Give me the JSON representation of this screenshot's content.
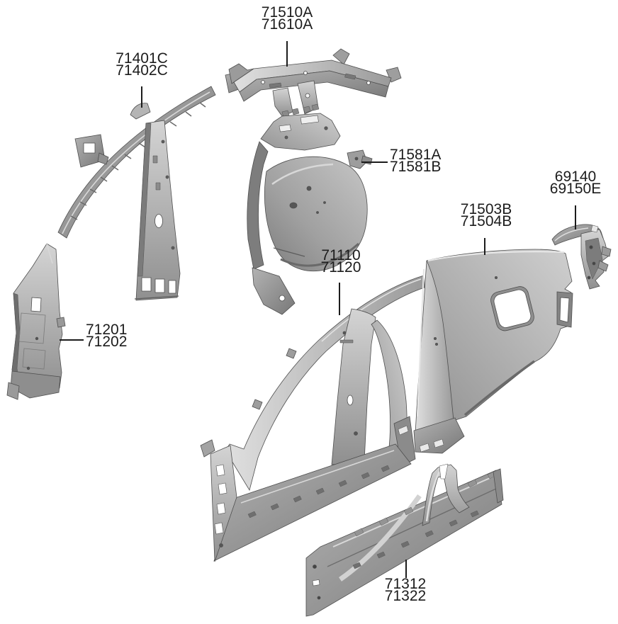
{
  "diagram": {
    "type": "vehicle-body-side-panel-parts-diagram",
    "background_color": "#ffffff",
    "label_color": "#1c1c1c",
    "metal_light": "#d6d6d6",
    "metal_mid": "#a6a6a6",
    "metal_dark": "#6f6f6f",
    "labels": [
      {
        "part": "rear-roof-rail",
        "lines": [
          "71510A",
          "71610A"
        ]
      },
      {
        "part": "pillar-rail-inner-upper",
        "lines": [
          "71401C",
          "71402C"
        ]
      },
      {
        "part": "quarter-inner-wheelhouse",
        "lines": [
          "71581A",
          "71581B"
        ]
      },
      {
        "part": "rear-corner-bracket",
        "lines": [
          "69140",
          "69150E"
        ]
      },
      {
        "part": "quarter-panel-outer",
        "lines": [
          "71503B",
          "71504B"
        ]
      },
      {
        "part": "side-body-outer-panel",
        "lines": [
          "71110",
          "71120"
        ]
      },
      {
        "part": "front-pillar-inner-lower",
        "lines": [
          "71201",
          "71202"
        ]
      },
      {
        "part": "side-sill-outer-panel",
        "lines": [
          "71312",
          "71322"
        ]
      }
    ]
  }
}
